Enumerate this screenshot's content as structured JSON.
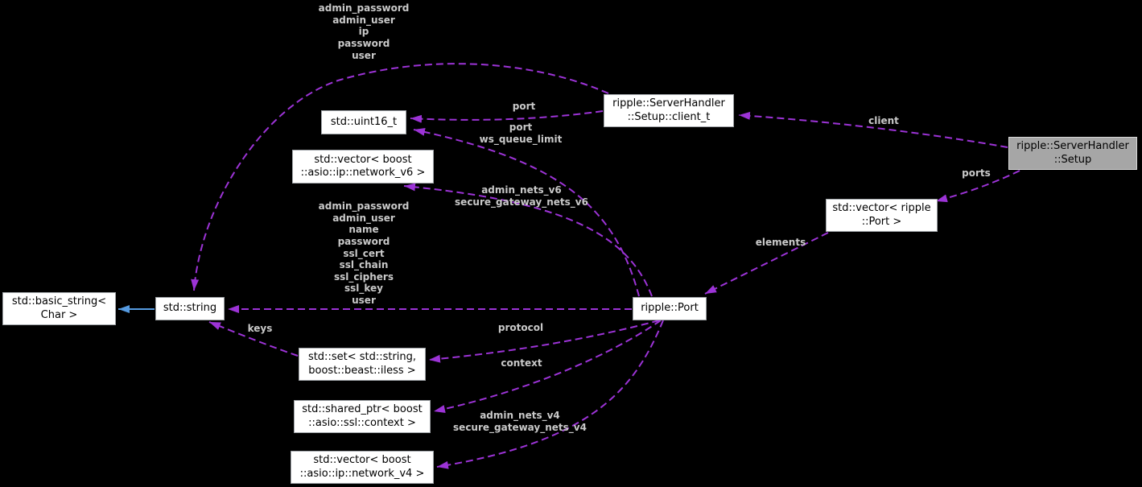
{
  "diagram": {
    "type": "doxygen-collaboration-graph",
    "colors": {
      "background": "#000000",
      "node_fill": "#ffffff",
      "node_border": "#a0a4a8",
      "highlight_node_fill": "#a6a6a6",
      "node_text": "#000000",
      "usage_edge": "#9c33d6",
      "inheritance_edge": "#559ae0",
      "edge_label_text": "#c9c9c9"
    },
    "nodes": {
      "uint16_t": {
        "label": "std::uint16_t"
      },
      "vector_network_v6": {
        "label": "std::vector< boost\n::asio::ip::network_v6 >"
      },
      "setup_client_t": {
        "label": "ripple::ServerHandler\n::Setup::client_t"
      },
      "setup": {
        "label": "ripple::ServerHandler\n::Setup"
      },
      "vector_ripple_port": {
        "label": "std::vector< ripple\n::Port >"
      },
      "basic_string": {
        "label": "std::basic_string<\nChar >"
      },
      "string": {
        "label": "std::string"
      },
      "ripple_port": {
        "label": "ripple::Port"
      },
      "set_string_iless": {
        "label": "std::set< std::string,\nboost::beast::iless >"
      },
      "shared_ptr_ssl_context": {
        "label": "std::shared_ptr< boost\n::asio::ssl::context >"
      },
      "vector_network_v4": {
        "label": "std::vector< boost\n::asio::ip::network_v4 >"
      }
    },
    "edge_labels": {
      "client_t_string_fields": "admin_password\nadmin_user\nip\npassword\nuser",
      "client_t_port": "port",
      "port_uint16_fields": "port\nws_queue_limit",
      "port_nets_v6": "admin_nets_v6\nsecure_gateway_nets_v6",
      "port_string_fields": "admin_password\nadmin_user\nname\npassword\nssl_cert\nssl_chain\nssl_ciphers\nssl_key\nuser",
      "setup_client": "client",
      "setup_ports": "ports",
      "vector_elements": "elements",
      "set_keys": "keys",
      "port_protocol": "protocol",
      "port_context": "context",
      "port_nets_v4": "admin_nets_v4\nsecure_gateway_nets_v4"
    }
  }
}
